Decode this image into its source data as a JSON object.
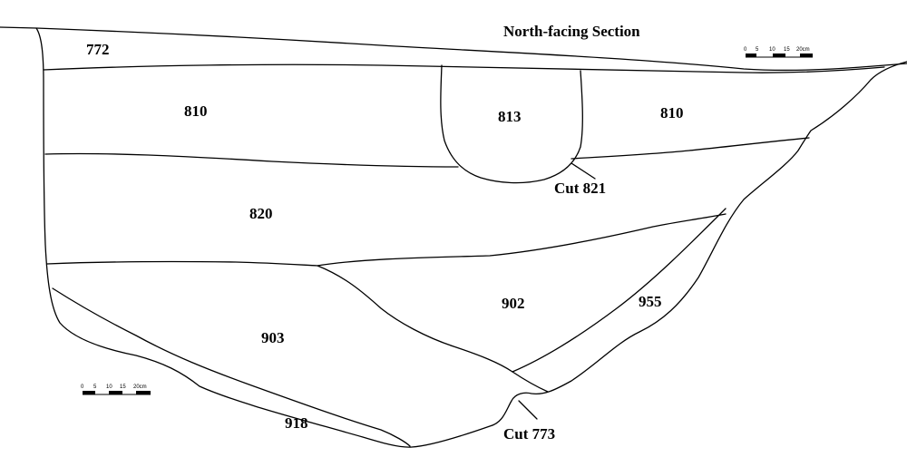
{
  "title": "North-facing Section",
  "contexts": [
    {
      "id": "772",
      "label": "772"
    },
    {
      "id": "810-left",
      "label": "810"
    },
    {
      "id": "813",
      "label": "813"
    },
    {
      "id": "810-right",
      "label": "810"
    },
    {
      "id": "820",
      "label": "820"
    },
    {
      "id": "902",
      "label": "902"
    },
    {
      "id": "903",
      "label": "903"
    },
    {
      "id": "955",
      "label": "955"
    },
    {
      "id": "918",
      "label": "918"
    }
  ],
  "cuts": [
    {
      "id": "cut-821",
      "label": "Cut 821"
    },
    {
      "id": "cut-773",
      "label": "Cut 773"
    }
  ],
  "scale_bar": {
    "ticks": [
      "0",
      "5",
      "10",
      "15",
      "20cm"
    ]
  },
  "colors": {
    "line": "#000000",
    "background": "#ffffff"
  }
}
